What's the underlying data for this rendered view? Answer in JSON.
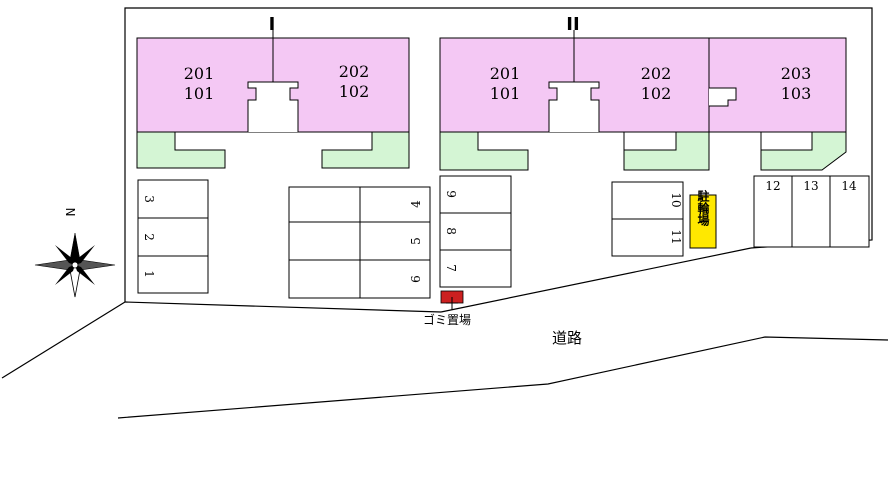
{
  "buildings": [
    {
      "label": "I",
      "units": [
        {
          "upper": "201",
          "lower": "101"
        },
        {
          "upper": "202",
          "lower": "102"
        }
      ]
    },
    {
      "label": "II",
      "units": [
        {
          "upper": "201",
          "lower": "101"
        },
        {
          "upper": "202",
          "lower": "102"
        },
        {
          "upper": "203",
          "lower": "103"
        }
      ]
    }
  ],
  "parking": {
    "group_a": [
      "3",
      "2",
      "1"
    ],
    "group_b_right": [
      "4",
      "5",
      "6"
    ],
    "group_c": [
      "9",
      "8",
      "7"
    ],
    "group_d": [
      "10",
      "11"
    ],
    "group_e": [
      "12",
      "13",
      "14"
    ]
  },
  "bike_parking": "駐輪場",
  "garbage": "ゴミ置場",
  "road": "道路",
  "compass": {
    "north": "N"
  },
  "colors": {
    "unit_fill": "#f4c8f4",
    "balcony_fill": "#d4f5d4",
    "bike_fill": "#ffe800",
    "garbage_fill": "#cc2020"
  }
}
